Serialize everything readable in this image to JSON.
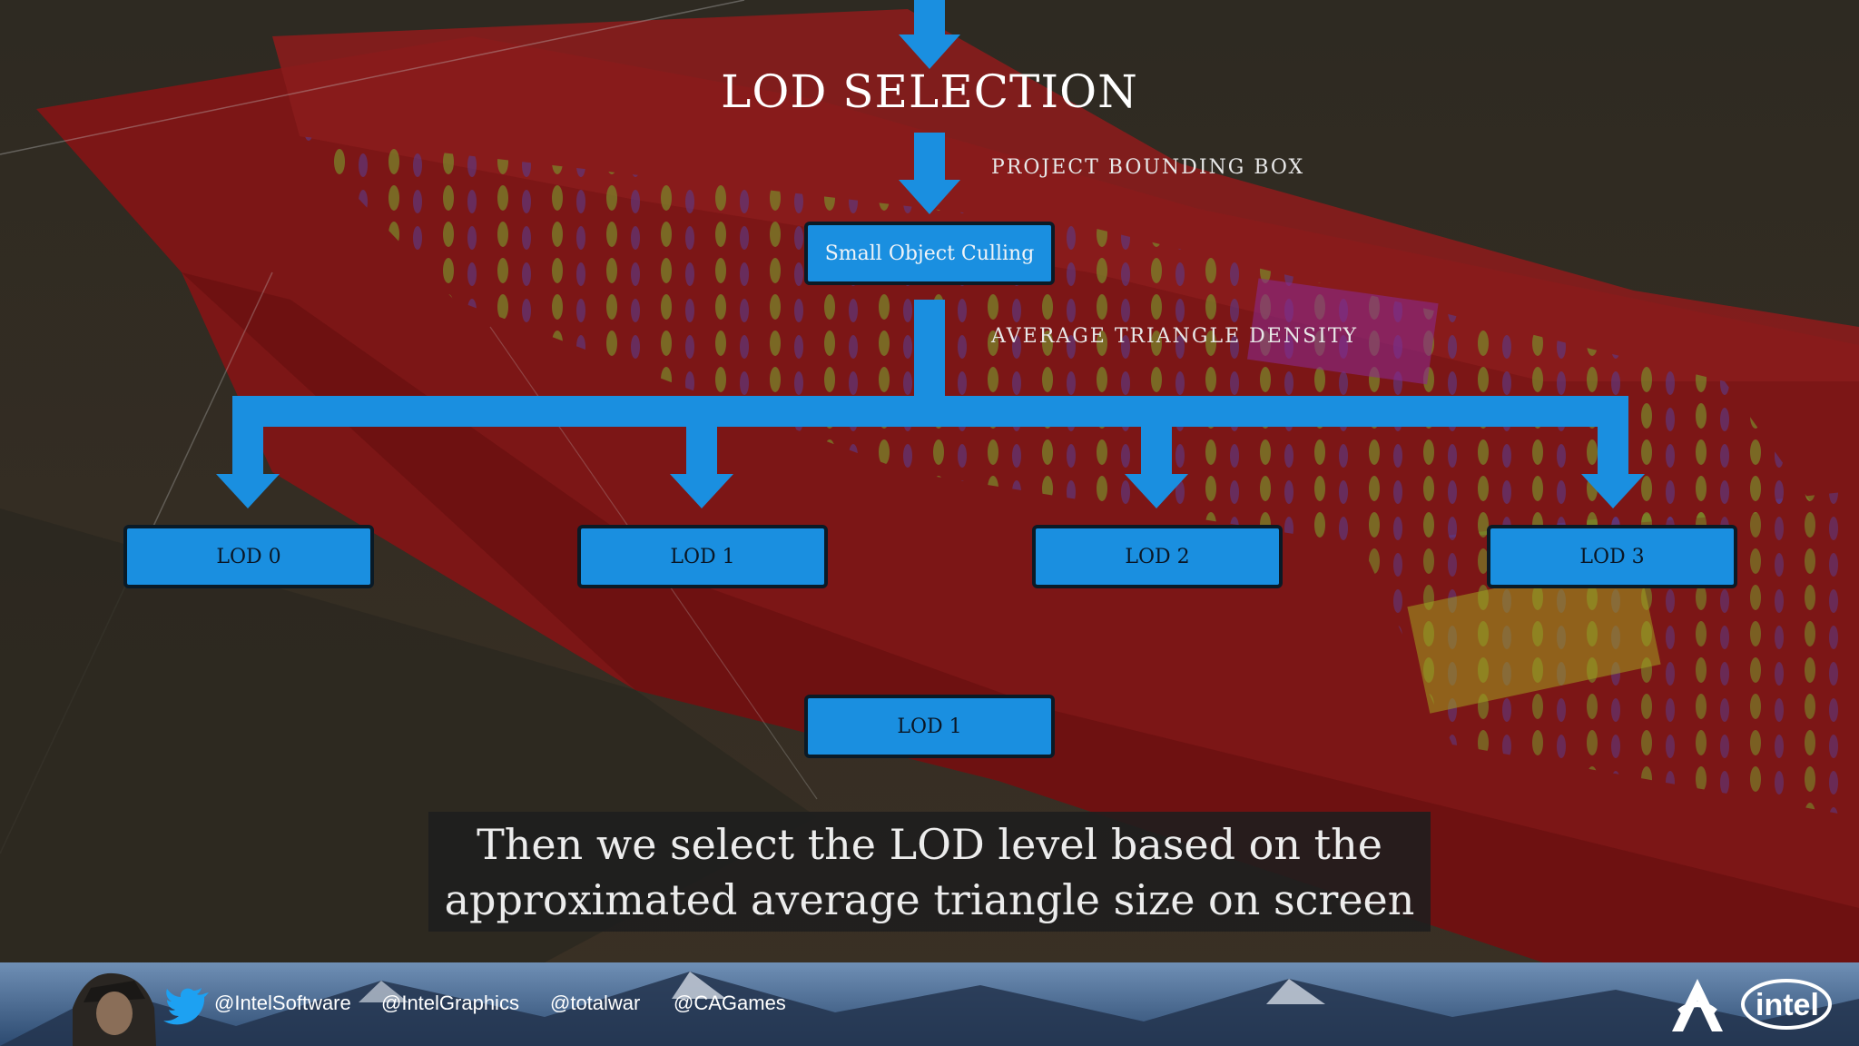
{
  "diagram": {
    "title": "LOD SELECTION",
    "edge_labels": {
      "project": "PROJECT BOUNDING BOX",
      "density": "AVERAGE TRIANGLE DENSITY"
    },
    "nodes": {
      "culling": "Small Object Culling",
      "lod0": "LOD 0",
      "lod1": "LOD 1",
      "lod2": "LOD 2",
      "lod3": "LOD 3",
      "result": "LOD 1"
    }
  },
  "caption": {
    "line1": "Then we select the LOD level based on the",
    "line2": "approximated average triangle size on screen"
  },
  "footer": {
    "twitter_icon": "twitter-bird-icon",
    "handles": [
      "@IntelSoftware",
      "@IntelGraphics",
      "@totalwar",
      "@CAGames"
    ],
    "logos": [
      "creative-assembly-logo",
      "intel-logo"
    ]
  },
  "colors": {
    "arrow": "#1a8fe0",
    "box_fill": "#1a8fe0",
    "scene_red": "#7a1414",
    "background": "#2b1a14"
  }
}
